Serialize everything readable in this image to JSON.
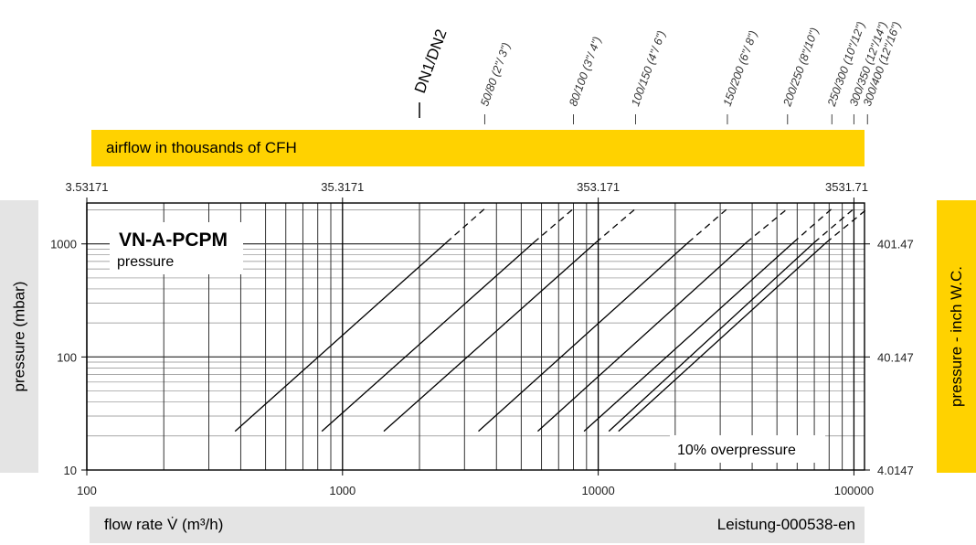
{
  "bands": {
    "top": "airflow in thousands of CFH",
    "bottom_left": "flow rate V̇ (m³/h)",
    "bottom_right": "Leistung-000538-en",
    "left": "pressure (mbar)",
    "right": "pressure  - inch W.C."
  },
  "colors": {
    "band_yellow": "#ffd200",
    "band_gray": "#e4e4e4",
    "lines": "#000000"
  },
  "chart_data": {
    "type": "line",
    "title": "VN-A-PCPM",
    "subtitle": "pressure",
    "annotation": "10% overpressure",
    "x_scale": "log",
    "y_scale": "log",
    "xlim": [
      100,
      110000
    ],
    "ylim": [
      10,
      2300
    ],
    "grid": true,
    "x_ticks": [
      "100",
      "1000",
      "10000",
      "100000"
    ],
    "x_tick_values": [
      100,
      1000,
      10000,
      100000
    ],
    "y_ticks": [
      "10",
      "100",
      "1000"
    ],
    "y_tick_values": [
      10,
      100,
      1000
    ],
    "top_axis_ticks": [
      "3.53171",
      "35.3171",
      "353.171",
      "3531.71"
    ],
    "top_axis_values": [
      100,
      1000,
      10000,
      100000
    ],
    "right_axis_ticks": [
      "4.0147",
      "40.147",
      "401.47"
    ],
    "right_axis_values": [
      10,
      100,
      1000
    ],
    "size_header": "DN1/DN2",
    "size_header_x": 2000,
    "size_labels": [
      {
        "label": "50/80 (2\"/ 3\")",
        "x": 3600
      },
      {
        "label": "80/100 (3\"/ 4\")",
        "x": 8000
      },
      {
        "label": "100/150 (4\"/ 6\")",
        "x": 14000
      },
      {
        "label": "150/200 (6\"/ 8\")",
        "x": 32000
      },
      {
        "label": "200/250 (8\"/10\")",
        "x": 55000
      },
      {
        "label": "250/300 (10\"/12\")",
        "x": 82000
      },
      {
        "label": "300/350 (12\"/14\")",
        "x": 100000
      },
      {
        "label": "300/400 (12\"/16\")",
        "x": 113000
      }
    ],
    "series": [
      {
        "label": "50/80 (2\"/ 3\")",
        "x": [
          380,
          2550
        ],
        "y": [
          22,
          1030
        ],
        "x_dashed_end": 3600,
        "y_dashed_end": 2050
      },
      {
        "label": "80/100 (3\"/ 4\")",
        "x": [
          830,
          5600
        ],
        "y": [
          22,
          1030
        ],
        "x_dashed_end": 8000,
        "y_dashed_end": 2050
      },
      {
        "label": "100/150 (4\"/ 6\")",
        "x": [
          1450,
          9800
        ],
        "y": [
          22,
          1030
        ],
        "x_dashed_end": 14000,
        "y_dashed_end": 2050
      },
      {
        "label": "150/200 (6\"/ 8\")",
        "x": [
          3400,
          22500
        ],
        "y": [
          22,
          1030
        ],
        "x_dashed_end": 32000,
        "y_dashed_end": 2050
      },
      {
        "label": "200/250 (8\"/10\")",
        "x": [
          5800,
          38000
        ],
        "y": [
          22,
          1030
        ],
        "x_dashed_end": 55000,
        "y_dashed_end": 2050
      },
      {
        "label": "250/300 (10\"/12\")",
        "x": [
          8800,
          58000
        ],
        "y": [
          22,
          1030
        ],
        "x_dashed_end": 82000,
        "y_dashed_end": 2050
      },
      {
        "label": "300/350 (12\"/14\")",
        "x": [
          11000,
          70000
        ],
        "y": [
          22,
          1030
        ],
        "x_dashed_end": 100000,
        "y_dashed_end": 2050
      },
      {
        "label": "300/400 (12\"/16\")",
        "x": [
          12000,
          78000
        ],
        "y": [
          22,
          1030
        ],
        "x_dashed_end": 113000,
        "y_dashed_end": 2050
      }
    ]
  }
}
